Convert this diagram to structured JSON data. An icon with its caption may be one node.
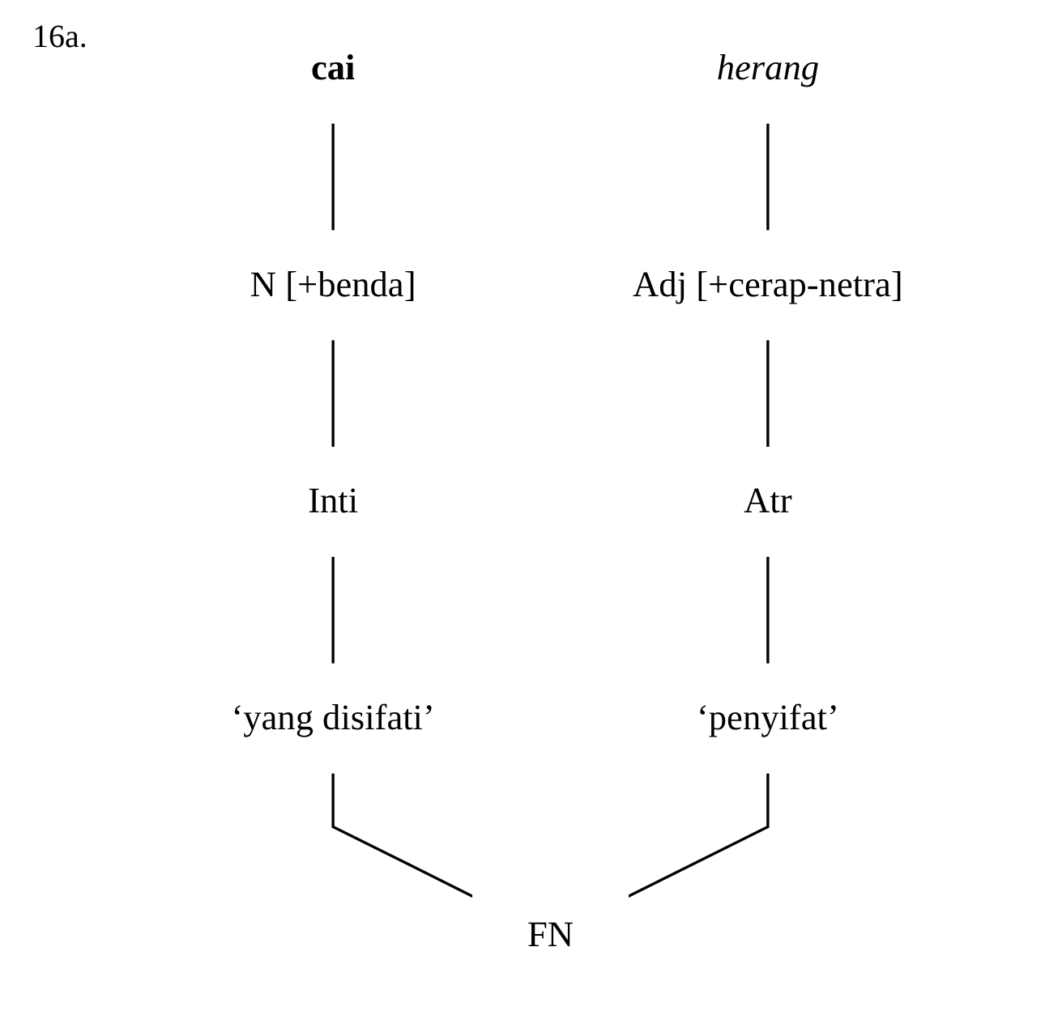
{
  "diagram": {
    "nodes": [
      {
        "text": [
          "cai"
        ]
      },
      {
        "text": [
          "herang"
        ]
      },
      {
        "text": [
          "N [+benda]"
        ]
      },
      {
        "text": [
          "Adj [+cerap-netra]"
        ]
      },
      {
        "text": [
          "Inti"
        ]
      },
      {
        "text": [
          "Atr"
        ]
      },
      {
        "text": [
          "‘yang disifati’"
        ]
      },
      {
        "text": [
          "‘penyifat’"
        ]
      },
      {
        "text": [
          "FN"
        ]
      }
    ],
    "edges": [
      {
        "from": 0,
        "to": 2,
        "arrow": "none"
      },
      {
        "from": 2,
        "to": 4,
        "arrow": "none"
      },
      {
        "from": 4,
        "to": 6,
        "arrow": "none"
      },
      {
        "from": 1,
        "to": 3,
        "arrow": "none"
      },
      {
        "from": 3,
        "to": 5,
        "arrow": "none"
      },
      {
        "from": 5,
        "to": 7,
        "arrow": "none"
      },
      {
        "from": 6,
        "to": 8,
        "arrow": "none"
      },
      {
        "from": 7,
        "to": 8,
        "arrow": "none"
      }
    ],
    "labels": [
      "16a."
    ]
  }
}
